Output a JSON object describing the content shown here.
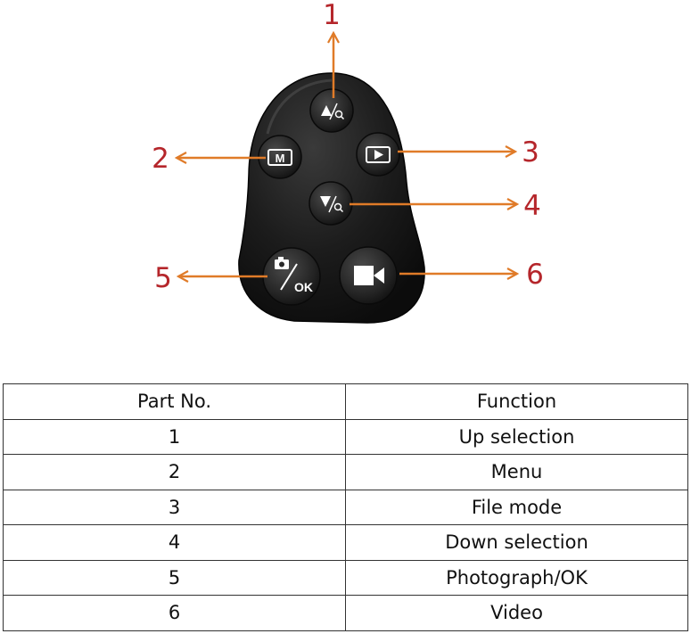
{
  "callouts": [
    "1",
    "2",
    "3",
    "4",
    "5",
    "6"
  ],
  "buttons": {
    "menu_label": "M",
    "ok_label": "/OK"
  },
  "colors": {
    "arrow": "#e07b28",
    "callout_text": "#b5262b",
    "remote_body": "#161616",
    "button_face": "#2b2b2b"
  },
  "table": {
    "headers": [
      "Part No.",
      "Function"
    ],
    "rows": [
      [
        "1",
        "Up selection"
      ],
      [
        "2",
        "Menu"
      ],
      [
        "3",
        "File mode"
      ],
      [
        "4",
        "Down selection"
      ],
      [
        "5",
        "Photograph/OK"
      ],
      [
        "6",
        "Video"
      ]
    ]
  }
}
